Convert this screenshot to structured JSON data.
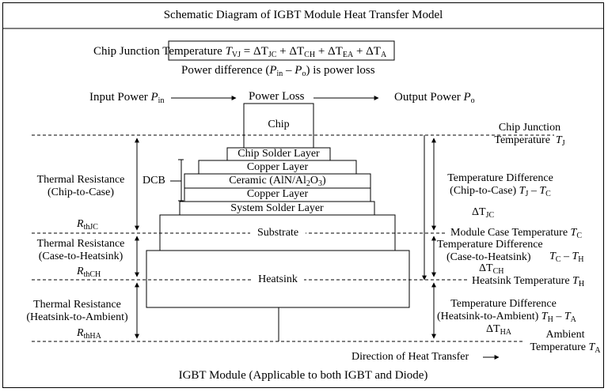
{
  "title": "Schematic Diagram of IGBT Module Heat Transfer Model",
  "formula": {
    "lead": "Chip Junction Temperature",
    "t": "T",
    "t_sub": "VJ",
    "eq": "= ΔT",
    "jc": "JC",
    "plus1": "+ ΔT",
    "ch": "CH",
    "plus2": "+ ΔT",
    "ea": "EA",
    "plus3": "+ ΔT",
    "a": "A"
  },
  "power_note": {
    "text1": "Power difference (",
    "pin": "P",
    "pin_sub": "in",
    "dash": " – ",
    "po": "P",
    "po_sub": "o",
    "text2": ") is power loss"
  },
  "flow": {
    "input": "Input Power",
    "input_p": "P",
    "input_sub": "in",
    "loss": "Power Loss",
    "output": "Output Power",
    "output_p": "P",
    "output_sub": "o"
  },
  "layers": {
    "chip": "Chip",
    "chip_solder": "Chip Solder Layer",
    "copper_top": "Copper Layer",
    "ceramic": "Ceramic (AlN/Al",
    "ceramic_sub1": "2",
    "ceramic_mid": "O",
    "ceramic_sub2": "3",
    "ceramic_end": ")",
    "copper_bottom": "Copper Layer",
    "system_solder": "System Solder Layer",
    "substrate": "Substrate",
    "heatsink": "Heatsink"
  },
  "dcb": "DCB",
  "left": {
    "r1_line1": "Thermal Resistance",
    "r1_line2": "(Chip-to-Case)",
    "r1_sym": "R",
    "r1_sub": "thJC",
    "r2_line1": "Thermal Resistance",
    "r2_line2": "(Case-to-Heatsink)",
    "r2_sym": "R",
    "r2_sub": "thCH",
    "r3_line1": "Thermal Resistance",
    "r3_line2": "(Heatsink-to-Ambient)",
    "r3_sym": "R",
    "r3_sub": "thHA"
  },
  "right": {
    "tj_line1": "Chip Junction",
    "tj_line2": "Temperature",
    "tj_sym": "T",
    "tj_sub": "J",
    "d1_line1": "Temperature Difference",
    "d1_line2": "(Chip-to-Case)",
    "d1_t1": "T",
    "d1_s1": "J",
    "d1_mid": " – ",
    "d1_t2": "T",
    "d1_s2": "C",
    "d1_delta": "ΔT",
    "d1_delta_sub": "JC",
    "tc_text": "Module Case Temperature",
    "tc_sym": "T",
    "tc_sub": "C",
    "d2_line1": "Temperature Difference",
    "d2_line2": "(Case-to-Heatsink)",
    "d2_t1": "T",
    "d2_s1": "C",
    "d2_mid": " – ",
    "d2_t2": "T",
    "d2_s2": "H",
    "d2_delta": "ΔT",
    "d2_delta_sub": "CH",
    "th_text": "Heatsink Temperature",
    "th_sym": "T",
    "th_sub": "H",
    "d3_line1": "Temperature Difference",
    "d3_line2": "(Heatsink-to-Ambient)",
    "d3_t1": "T",
    "d3_s1": "H",
    "d3_mid": " – ",
    "d3_t2": "T",
    "d3_s2": "A",
    "d3_delta": "ΔT",
    "d3_delta_sub": "HA",
    "ta_line1": "Ambient",
    "ta_line2": "Temperature",
    "ta_sym": "T",
    "ta_sub": "A"
  },
  "direction": "Direction of Heat Transfer",
  "footer": "IGBT Module (Applicable to both IGBT and Diode)"
}
